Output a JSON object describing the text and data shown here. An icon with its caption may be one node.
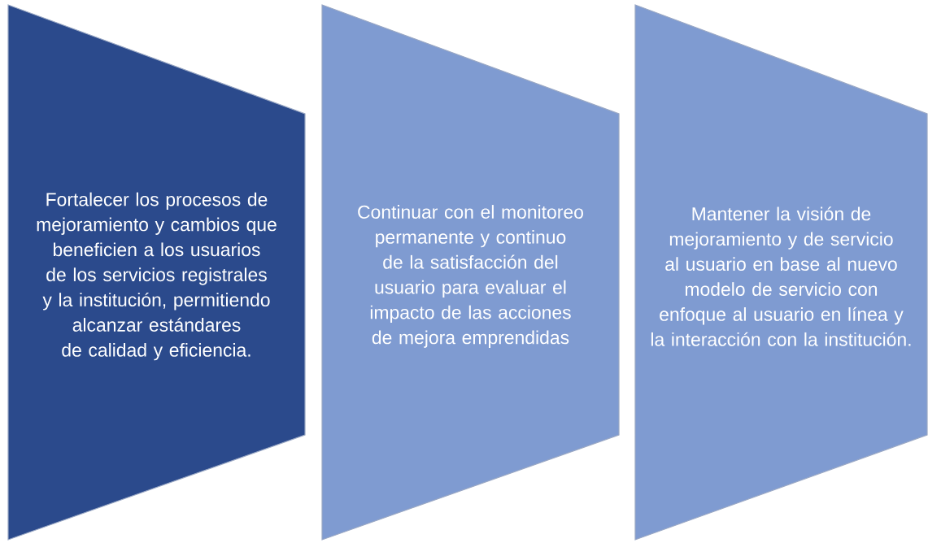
{
  "diagram": {
    "nodes": [
      {
        "text": [
          "Fortalecer los procesos de mejoramiento y cambios que beneficien a los usuarios de los servicios registrales y la institución, permitiendo alcanzar estándares de calidad y eficiencia."
        ]
      },
      {
        "text": [
          "Continuar con el monitoreo permanente y continuo de la satisfacción del usuario para evaluar el impacto de las acciones de mejora emprendidas"
        ]
      },
      {
        "text": [
          "Mantener la visión de mejoramiento y de servicio al usuario en base al nuevo modelo de servicio con enfoque al usuario en línea y la interacción con la institución."
        ]
      }
    ]
  }
}
